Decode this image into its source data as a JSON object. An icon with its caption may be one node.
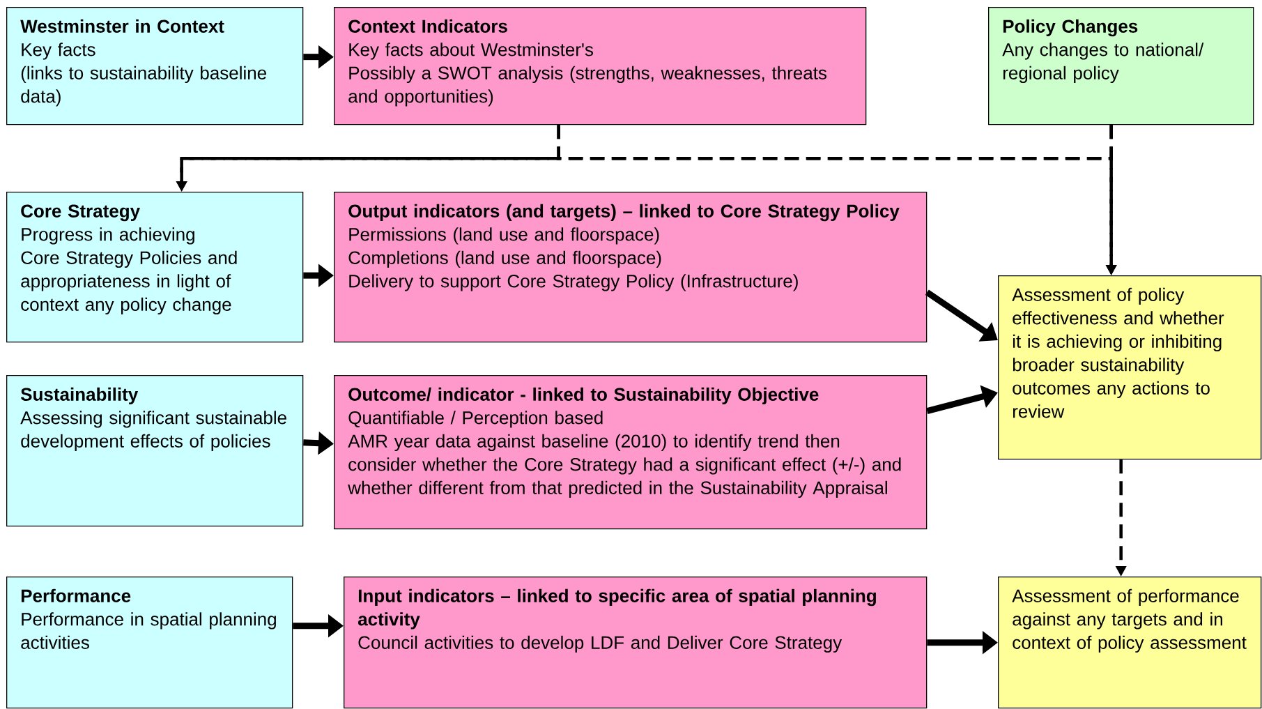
{
  "diagram": {
    "nodes": [
      {
        "text": [
          "Westminster in Context",
          "Key facts",
          "(links to sustainability baseline data)"
        ]
      },
      {
        "text": [
          "Context Indicators",
          "Key facts about Westminster's",
          "Possibly a SWOT analysis (strengths, weaknesses, threats and opportunities)"
        ]
      },
      {
        "text": [
          "Policy Changes",
          "Any changes to national/ regional policy"
        ]
      },
      {
        "text": [
          "Core Strategy",
          "Progress in achieving Core Strategy Policies and appropriateness in light of context any policy change"
        ]
      },
      {
        "text": [
          "Output indicators (and targets) – linked to Core Strategy Policy",
          "Permissions (land use and floorspace)",
          "Completions (land use and floorspace)",
          "Delivery to support Core Strategy Policy (Infrastructure)"
        ]
      },
      {
        "text": [
          "Assessment of policy effectiveness and whether it is achieving or inhibiting broader sustainability outcomes any actions to review"
        ]
      },
      {
        "text": [
          "Sustainability",
          "Assessing significant sustainable development effects of policies"
        ]
      },
      {
        "text": [
          "Outcome/ indicator - linked to Sustainability Objective",
          "Quantifiable / Perception based",
          "AMR year data against baseline (2010) to identify trend then consider whether the Core Strategy had a significant effect (+/-) and whether different from that predicted in the Sustainability Appraisal"
        ]
      },
      {
        "text": [
          "Performance",
          "Performance in spatial planning activities"
        ]
      },
      {
        "text": [
          "Input indicators – linked to specific area of spatial planning activity",
          "Council activities to develop LDF and Deliver Core Strategy"
        ]
      },
      {
        "text": [
          "Assessment of performance against any targets and in context of policy assessment"
        ]
      }
    ],
    "edges": [
      {
        "from": 0,
        "to": 1,
        "arrow": "to"
      },
      {
        "from": 1,
        "to": 3,
        "arrow": "to",
        "style": "dashed"
      },
      {
        "from": 1,
        "to": 5,
        "arrow": "to",
        "style": "dashed"
      },
      {
        "from": 2,
        "to": 3,
        "arrow": "to",
        "style": "dashed"
      },
      {
        "from": 2,
        "to": 5,
        "arrow": "to",
        "style": "dashed"
      },
      {
        "from": 3,
        "to": 4,
        "arrow": "to"
      },
      {
        "from": 4,
        "to": 5,
        "arrow": "to"
      },
      {
        "from": 6,
        "to": 7,
        "arrow": "to"
      },
      {
        "from": 7,
        "to": 5,
        "arrow": "to"
      },
      {
        "from": 5,
        "to": 10,
        "arrow": "to",
        "style": "dashed"
      },
      {
        "from": 8,
        "to": 9,
        "arrow": "to"
      },
      {
        "from": 9,
        "to": 10,
        "arrow": "to"
      }
    ]
  }
}
